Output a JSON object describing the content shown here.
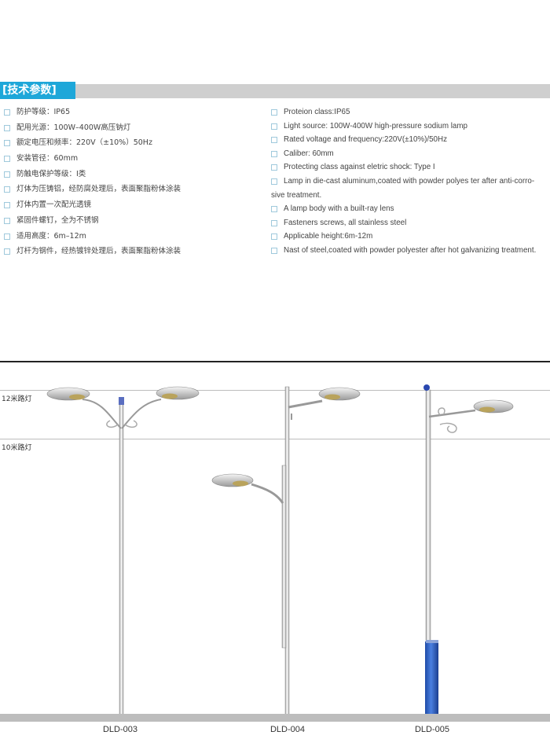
{
  "header": {
    "title": "[技术参数]"
  },
  "specs_cn": [
    "防护等级：IP65",
    "配用光源：100W–400W高压钠灯",
    "额定电压和频率：220V（±10%）50Hz",
    "安装管径：60mm",
    "防触电保护等级：I类",
    "灯体为压铸铝，经防腐处理后，表面聚脂粉体涂装",
    "灯体内置一次配光透镜",
    "紧固件螺钉，全为不锈钢",
    "适用高度：6m–12m",
    "灯杆为钢件，经热镀锌处理后，表面聚脂粉体涂装"
  ],
  "specs_en": [
    "Proteion class:IP65",
    "Light source: 100W-400W high-pressure sodium lamp",
    "Rated voltage and frequency:220V(±10%)/50Hz",
    "Caliber: 60mm",
    "Protecting class against eletric shock: Type I",
    "Lamp in die-cast aluminum,coated with powder polyes ter after anti-corro-",
    "sive treatment.",
    "A lamp body with a built-ray lens",
    "Fasteners screws, all stainless steel",
    "Applicable height:6m-12m",
    "Nast of steel,coated with powder polyester after hot galvanizing treatment."
  ],
  "height_labels": {
    "h12": "12米路灯",
    "h10": "10米路灯"
  },
  "models": [
    "DLD-003",
    "DLD-004",
    "DLD-005"
  ],
  "colors": {
    "accent": "#1ea7d9",
    "band": "#cfcfcf",
    "pole_blue": "#2a5fbf"
  }
}
